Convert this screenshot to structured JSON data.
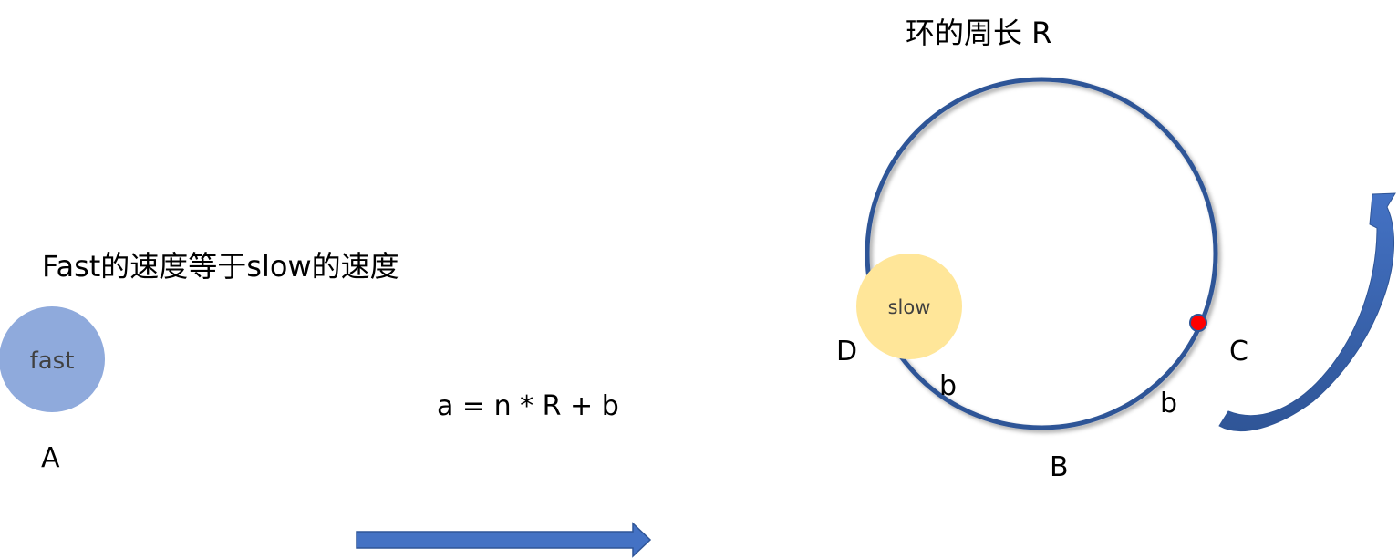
{
  "title": "环的周长 R",
  "speed_note": "Fast的速度等于slow的速度",
  "equation": "a = n * R + b",
  "points": {
    "A": "A",
    "B": "B",
    "C": "C",
    "D": "D"
  },
  "segment_labels": {
    "b_left": "b",
    "b_right": "b"
  },
  "balls": {
    "fast": "fast",
    "slow": "slow"
  },
  "colors": {
    "ring": "#2F5597",
    "track": "#4472C4",
    "fast_ball": "#8FAADC",
    "slow_ball": "#FFE699",
    "meeting_point": "#FF0000",
    "arrow": "#4472C4"
  }
}
